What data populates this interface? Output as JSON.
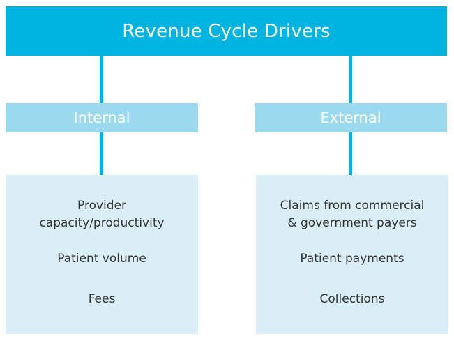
{
  "title": "Revenue Cycle Drivers",
  "internal": {
    "header": "Internal",
    "items": [
      "Provider\ncapacity/productivity",
      "Patient volume",
      "Fees"
    ]
  },
  "external": {
    "header": "External",
    "items": [
      "Claims from commercial\n& government payers",
      "Patient payments",
      "Collections"
    ]
  },
  "colors": {
    "primary": "#00b4e1",
    "header_fill": "#9ad9ee",
    "content_fill": "#d9eef6",
    "text": "#333333"
  }
}
